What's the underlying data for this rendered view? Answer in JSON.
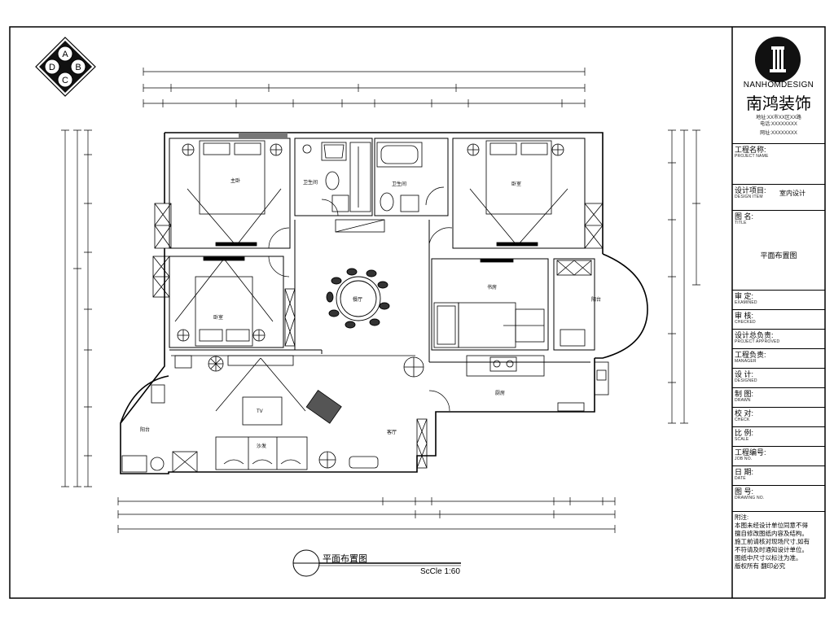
{
  "compass": {
    "letters": [
      "A",
      "B",
      "C",
      "D"
    ]
  },
  "company": {
    "name_en": "NANHOMDESIGN",
    "name_zh": "南鸿装饰",
    "addr_lines": [
      "地址:XX市XX区XX路",
      "电话:XXXXXXXX",
      "网址:XXXXXXXX"
    ]
  },
  "titleblock": {
    "rows": [
      {
        "zh": "工程名称:",
        "en": "PROJECT NAME"
      },
      {
        "zh": "设计项目:",
        "en": "DESIGN ITEM",
        "value": "室内设计"
      },
      {
        "zh": "图 名:",
        "en": "TITLE",
        "value": "平面布置图"
      },
      {
        "zh": "审 定:",
        "en": "EXAMINED"
      },
      {
        "zh": "审 核:",
        "en": "CHECKED"
      },
      {
        "zh": "设计总负责:",
        "en": "PROJECT APPROVED"
      },
      {
        "zh": "工程负责:",
        "en": "MANAGER"
      },
      {
        "zh": "设 计:",
        "en": "DESIGNED"
      },
      {
        "zh": "制 图:",
        "en": "DRAWN"
      },
      {
        "zh": "校 对:",
        "en": "CHECK"
      },
      {
        "zh": "比 例:",
        "en": "SCALE"
      },
      {
        "zh": "工程编号:",
        "en": "JOB NO."
      },
      {
        "zh": "日 期:",
        "en": "DATE"
      },
      {
        "zh": "图 号:",
        "en": "DRAWING NO."
      }
    ]
  },
  "notes": {
    "heading": "附注:",
    "lines": [
      "本图未经设计单位同意不得",
      "擅自修改图纸内容及结构。",
      "施工前请核对现场尺寸,如有",
      "不符请及时通知设计单位。",
      "图纸中尺寸以标注为准。",
      "版权所有 翻印必究"
    ]
  },
  "drawing": {
    "title": "平面布置图",
    "scale": "ScCle 1:60",
    "rooms": {
      "master_bed": "主卧",
      "bed_ne": "卧室",
      "bed_w": "卧室",
      "bath1": "卫生间",
      "bath2": "卫生间",
      "study": "书房",
      "kitchen": "厨房",
      "living": "客厅",
      "dining": "餐厅",
      "balcony_w": "阳台",
      "balcony_e": "阳台",
      "tv": "TV",
      "sofa": "沙发"
    }
  }
}
